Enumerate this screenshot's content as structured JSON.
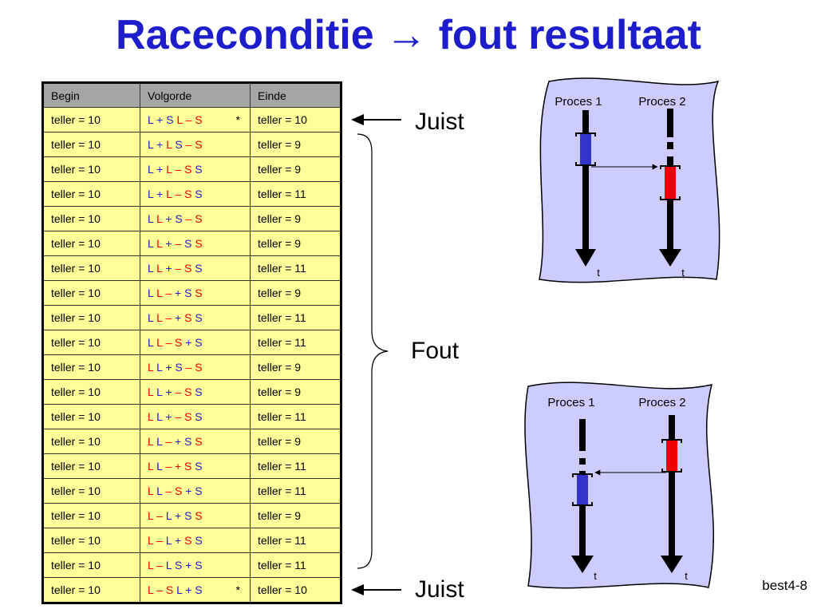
{
  "title": "Raceconditie → fout resultaat",
  "table": {
    "headers": [
      "Begin",
      "Volgorde",
      "Einde"
    ],
    "rows": [
      {
        "begin": "teller = 10",
        "seq": [
          [
            "L + S ",
            "b"
          ],
          [
            "L – S",
            "r"
          ]
        ],
        "star": "*",
        "end": "teller = 10"
      },
      {
        "begin": "teller = 10",
        "seq": [
          [
            "L + ",
            "b"
          ],
          [
            "L ",
            "r"
          ],
          [
            "S",
            "b"
          ],
          [
            " – S",
            "r"
          ]
        ],
        "end": "teller = 9"
      },
      {
        "begin": "teller = 10",
        "seq": [
          [
            "L + ",
            "b"
          ],
          [
            "L – S ",
            "r"
          ],
          [
            "S",
            "b"
          ]
        ],
        "end": "teller = 9"
      },
      {
        "begin": "teller = 10",
        "seq": [
          [
            "L + ",
            "b"
          ],
          [
            "L – S ",
            "r"
          ],
          [
            "S",
            "b"
          ]
        ],
        "end": "teller = 11"
      },
      {
        "begin": "teller = 10",
        "seq": [
          [
            "L ",
            "b"
          ],
          [
            "L ",
            "r"
          ],
          [
            "+ S ",
            "b"
          ],
          [
            "– S",
            "r"
          ]
        ],
        "end": "teller = 9"
      },
      {
        "begin": "teller = 10",
        "seq": [
          [
            "L ",
            "b"
          ],
          [
            "L ",
            "r"
          ],
          [
            "+ ",
            "b"
          ],
          [
            "– ",
            "r"
          ],
          [
            "S ",
            "b"
          ],
          [
            "S",
            "r"
          ]
        ],
        "end": "teller = 9"
      },
      {
        "begin": "teller = 10",
        "seq": [
          [
            "L ",
            "b"
          ],
          [
            "L ",
            "r"
          ],
          [
            "+ ",
            "b"
          ],
          [
            "– S ",
            "r"
          ],
          [
            "S",
            "b"
          ]
        ],
        "end": "teller = 11"
      },
      {
        "begin": "teller = 10",
        "seq": [
          [
            "L ",
            "b"
          ],
          [
            "L – ",
            "r"
          ],
          [
            "+ S ",
            "b"
          ],
          [
            "S",
            "r"
          ]
        ],
        "end": "teller = 9"
      },
      {
        "begin": "teller = 10",
        "seq": [
          [
            "L ",
            "b"
          ],
          [
            "L – ",
            "r"
          ],
          [
            "+ ",
            "b"
          ],
          [
            "S ",
            "r"
          ],
          [
            "S",
            "b"
          ]
        ],
        "end": "teller = 11"
      },
      {
        "begin": "teller = 10",
        "seq": [
          [
            "L ",
            "b"
          ],
          [
            "L – S ",
            "r"
          ],
          [
            "+ S",
            "b"
          ]
        ],
        "end": "teller = 11"
      },
      {
        "begin": "teller = 10",
        "seq": [
          [
            "L ",
            "r"
          ],
          [
            "L + S ",
            "b"
          ],
          [
            "– S",
            "r"
          ]
        ],
        "end": "teller = 9"
      },
      {
        "begin": "teller = 10",
        "seq": [
          [
            "L ",
            "r"
          ],
          [
            "L + ",
            "b"
          ],
          [
            "– S ",
            "r"
          ],
          [
            "S",
            "b"
          ]
        ],
        "end": "teller = 9"
      },
      {
        "begin": "teller = 10",
        "seq": [
          [
            "L ",
            "r"
          ],
          [
            "L + ",
            "b"
          ],
          [
            "– S ",
            "r"
          ],
          [
            "S",
            "b"
          ]
        ],
        "end": "teller = 11"
      },
      {
        "begin": "teller = 10",
        "seq": [
          [
            "L ",
            "r"
          ],
          [
            "L ",
            "b"
          ],
          [
            "– ",
            "r"
          ],
          [
            "+ S ",
            "b"
          ],
          [
            "S",
            "r"
          ]
        ],
        "end": "teller = 9"
      },
      {
        "begin": "teller = 10",
        "seq": [
          [
            "L ",
            "r"
          ],
          [
            "L ",
            "b"
          ],
          [
            "–  + S ",
            "r"
          ],
          [
            "S",
            "b"
          ]
        ],
        "end": "teller = 11"
      },
      {
        "begin": "teller = 10",
        "seq": [
          [
            "L ",
            "r"
          ],
          [
            "L ",
            "b"
          ],
          [
            "– S ",
            "r"
          ],
          [
            "+ S",
            "b"
          ]
        ],
        "end": "teller = 11"
      },
      {
        "begin": "teller = 10",
        "seq": [
          [
            "L – ",
            "r"
          ],
          [
            "L + S ",
            "b"
          ],
          [
            "S",
            "r"
          ]
        ],
        "end": "teller = 9"
      },
      {
        "begin": "teller = 10",
        "seq": [
          [
            "L – ",
            "r"
          ],
          [
            "L + ",
            "b"
          ],
          [
            "S ",
            "r"
          ],
          [
            "S",
            "b"
          ]
        ],
        "end": "teller = 11"
      },
      {
        "begin": "teller = 10",
        "seq": [
          [
            "L – ",
            "r"
          ],
          [
            "L S + S",
            "b"
          ]
        ],
        "end": "teller = 11"
      },
      {
        "begin": "teller = 10",
        "seq": [
          [
            "L – S ",
            "r"
          ],
          [
            "L + S",
            "b"
          ]
        ],
        "star": "*",
        "end": "teller = 10"
      }
    ]
  },
  "labels": {
    "juist_top": "Juist",
    "fout": "Fout",
    "juist_bottom": "Juist"
  },
  "diagrams": {
    "top": {
      "proc1": "Proces 1",
      "proc2": "Proces 2",
      "t1": "t",
      "t2": "t"
    },
    "bottom": {
      "proc1": "Proces 1",
      "proc2": "Proces 2",
      "t1": "t",
      "t2": "t"
    }
  },
  "colors": {
    "title": "#1d1dcc",
    "blue": "#1d1dcc",
    "red": "#ee0000",
    "table_bg": "#ffff99",
    "header_bg": "#a5a5a5",
    "panel": "#ccccff"
  },
  "footer": "best4-8"
}
